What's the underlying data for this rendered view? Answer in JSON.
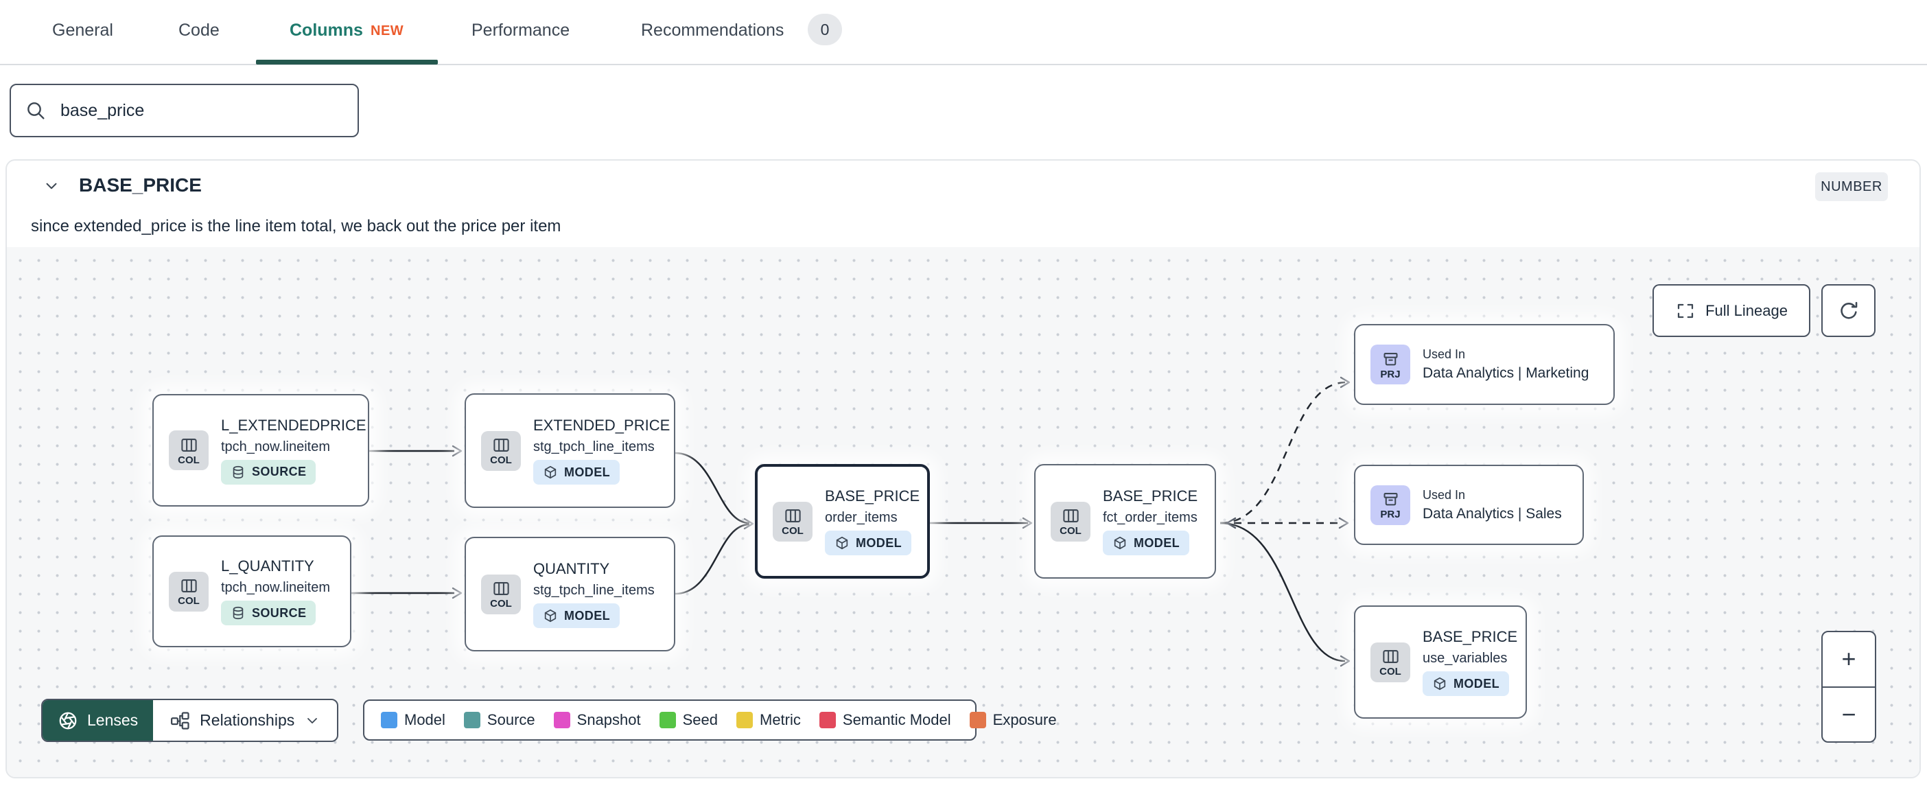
{
  "tabs": {
    "items": [
      {
        "label": "General"
      },
      {
        "label": "Code"
      },
      {
        "label": "Columns",
        "badge": "NEW"
      },
      {
        "label": "Performance"
      },
      {
        "label": "Recommendations",
        "count": "0"
      }
    ]
  },
  "search": {
    "value": "base_price"
  },
  "column": {
    "name": "BASE_PRICE",
    "type": "NUMBER",
    "description": "since extended_price is the line item total, we back out the price per item"
  },
  "lineage": {
    "controls": {
      "full_lineage": "Full Lineage",
      "zoom_in": "+",
      "zoom_out": "−"
    },
    "toolbar": {
      "lenses": "Lenses",
      "relationships": "Relationships"
    },
    "legend": [
      {
        "label": "Model",
        "color": "#4D9BEA"
      },
      {
        "label": "Source",
        "color": "#579C9C"
      },
      {
        "label": "Snapshot",
        "color": "#E14FC6"
      },
      {
        "label": "Seed",
        "color": "#56C445"
      },
      {
        "label": "Metric",
        "color": "#E8C93E"
      },
      {
        "label": "Semantic Model",
        "color": "#E2495C"
      },
      {
        "label": "Exposure",
        "color": "#E2764A"
      }
    ],
    "nodes": [
      {
        "icon_label": "COL",
        "title": "L_EXTENDEDPRICE",
        "subtitle": "tpch_now.lineitem",
        "badge": "SOURCE"
      },
      {
        "icon_label": "COL",
        "title": "EXTENDED_PRICE",
        "subtitle": "stg_tpch_line_items",
        "badge": "MODEL"
      },
      {
        "icon_label": "COL",
        "title": "L_QUANTITY",
        "subtitle": "tpch_now.lineitem",
        "badge": "SOURCE"
      },
      {
        "icon_label": "COL",
        "title": "QUANTITY",
        "subtitle": "stg_tpch_line_items",
        "badge": "MODEL"
      },
      {
        "icon_label": "COL",
        "title": "BASE_PRICE",
        "subtitle": "order_items",
        "badge": "MODEL"
      },
      {
        "icon_label": "COL",
        "title": "BASE_PRICE",
        "subtitle": "fct_order_items",
        "badge": "MODEL"
      },
      {
        "icon_label": "PRJ",
        "kicker": "Used In",
        "title": "Data Analytics | Marketing"
      },
      {
        "icon_label": "PRJ",
        "kicker": "Used In",
        "title": "Data Analytics | Sales"
      },
      {
        "icon_label": "COL",
        "title": "BASE_PRICE",
        "subtitle": "use_variables",
        "badge": "MODEL"
      }
    ]
  }
}
